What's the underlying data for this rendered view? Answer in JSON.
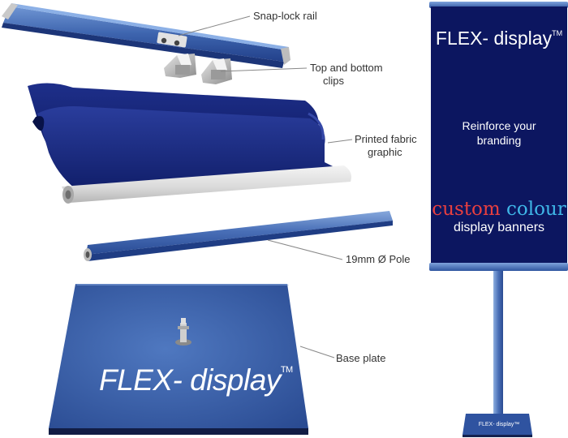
{
  "labels": {
    "snap_lock_rail": "Snap-lock rail",
    "clips_line1": "Top and bottom",
    "clips_line2": "clips",
    "fabric_line1": "Printed fabric",
    "fabric_line2": "graphic",
    "pole": "19mm Ø Pole",
    "base_plate": "Base plate"
  },
  "brand": {
    "name": "FLEX- display",
    "trademark": "TM"
  },
  "banner": {
    "tagline_line1": "Reinforce your",
    "tagline_line2": "branding",
    "custom_word1": "custom",
    "custom_word2": "colour",
    "display_banners": "display banners",
    "base_brand": "FLEX- display™"
  },
  "colors": {
    "navy": "#0c1660",
    "steel_blue": "#3e66b1",
    "leader_line": "#888888"
  },
  "icons": [
    "snap-lock-rail",
    "clip",
    "fabric-roll",
    "pole",
    "base-plate",
    "banner-stand"
  ]
}
